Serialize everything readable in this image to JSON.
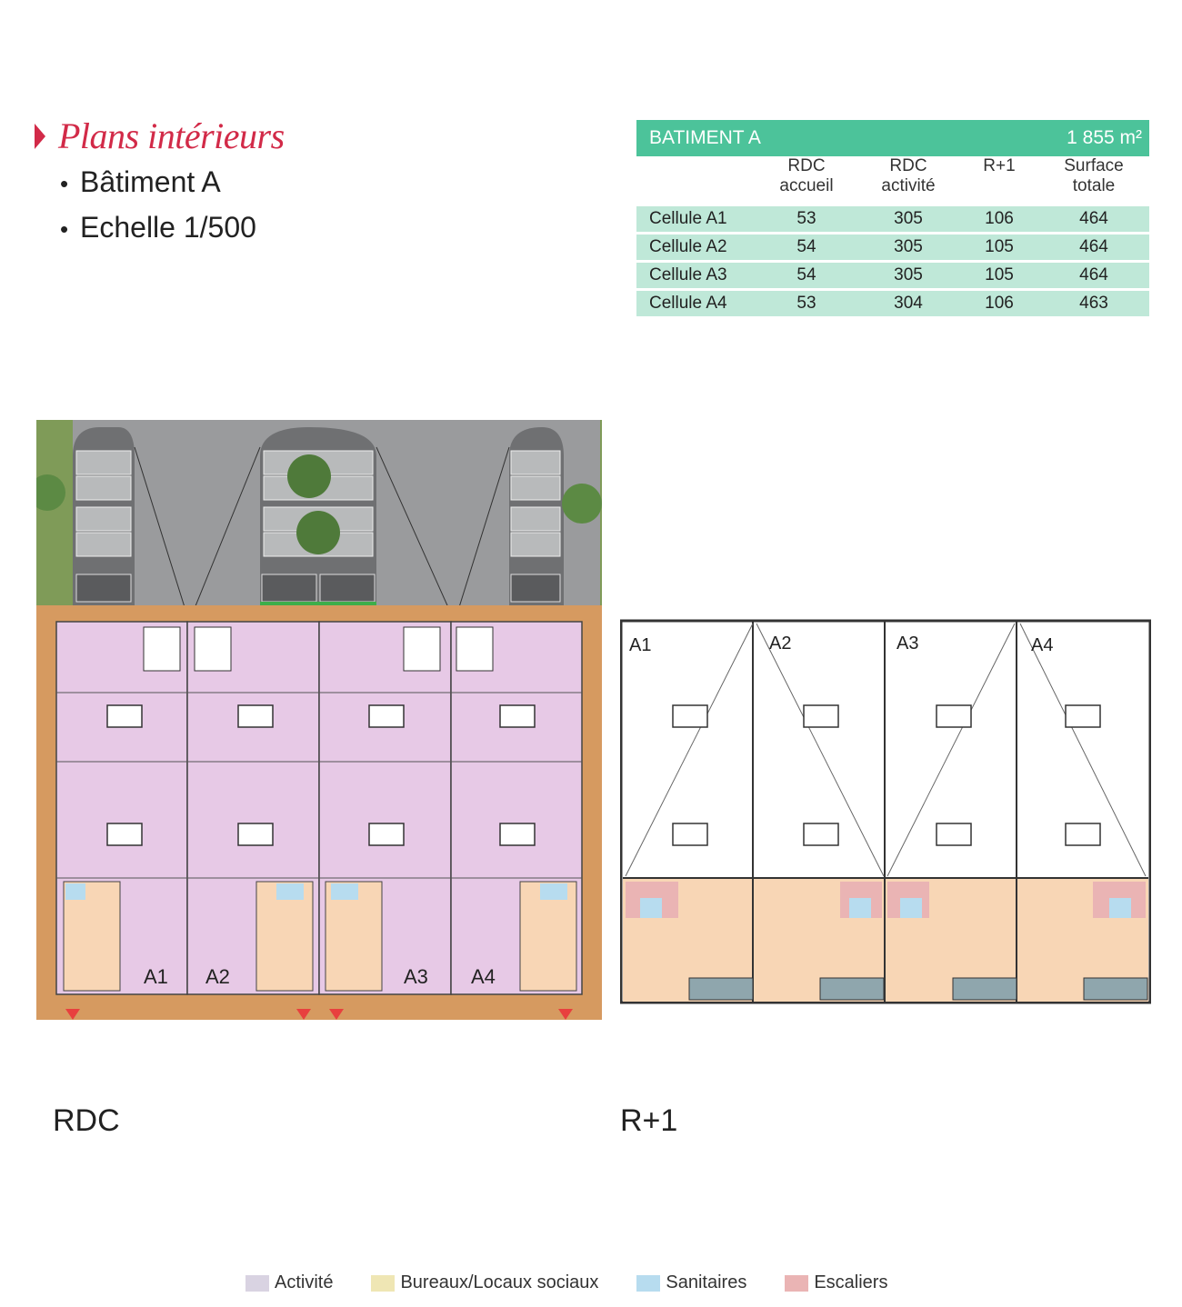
{
  "header": {
    "title": "Plans intérieurs",
    "bullets": [
      "Bâtiment A",
      "Echelle 1/500"
    ]
  },
  "table": {
    "name": "BATIMENT A",
    "total": "1 855 m²",
    "columns": [
      {
        "line1": "",
        "line2": ""
      },
      {
        "line1": "RDC",
        "line2": "accueil"
      },
      {
        "line1": "RDC",
        "line2": "activité"
      },
      {
        "line1": "R+1",
        "line2": ""
      },
      {
        "line1": "Surface",
        "line2": "totale"
      }
    ],
    "rows": [
      [
        "Cellule A1",
        "53",
        "305",
        "106",
        "464"
      ],
      [
        "Cellule A2",
        "54",
        "305",
        "105",
        "464"
      ],
      [
        "Cellule A3",
        "54",
        "305",
        "105",
        "464"
      ],
      [
        "Cellule A4",
        "53",
        "304",
        "106",
        "463"
      ]
    ]
  },
  "plans": {
    "rdc": {
      "label": "RDC",
      "cells": [
        "A1",
        "A2",
        "A3",
        "A4"
      ]
    },
    "r1": {
      "label": "R+1",
      "cells": [
        "A1",
        "A2",
        "A3",
        "A4"
      ]
    }
  },
  "legend": [
    {
      "label": "Activité",
      "color": "#d9d3e2"
    },
    {
      "label": "Bureaux/Locaux sociaux",
      "color": "#efe6b4"
    },
    {
      "label": "Sanitaires",
      "color": "#b7dcef"
    },
    {
      "label": "Escaliers",
      "color": "#eab4b4"
    }
  ],
  "colors": {
    "accent": "#d22a48",
    "table_header": "#4cc39a",
    "table_row": "#bfe8d8",
    "activity_fill": "#e7c9e6",
    "office_fill": "#f8d6b5",
    "wall": "#d69a60",
    "parking": "#9a9b9d",
    "grass": "#7f9b58"
  }
}
